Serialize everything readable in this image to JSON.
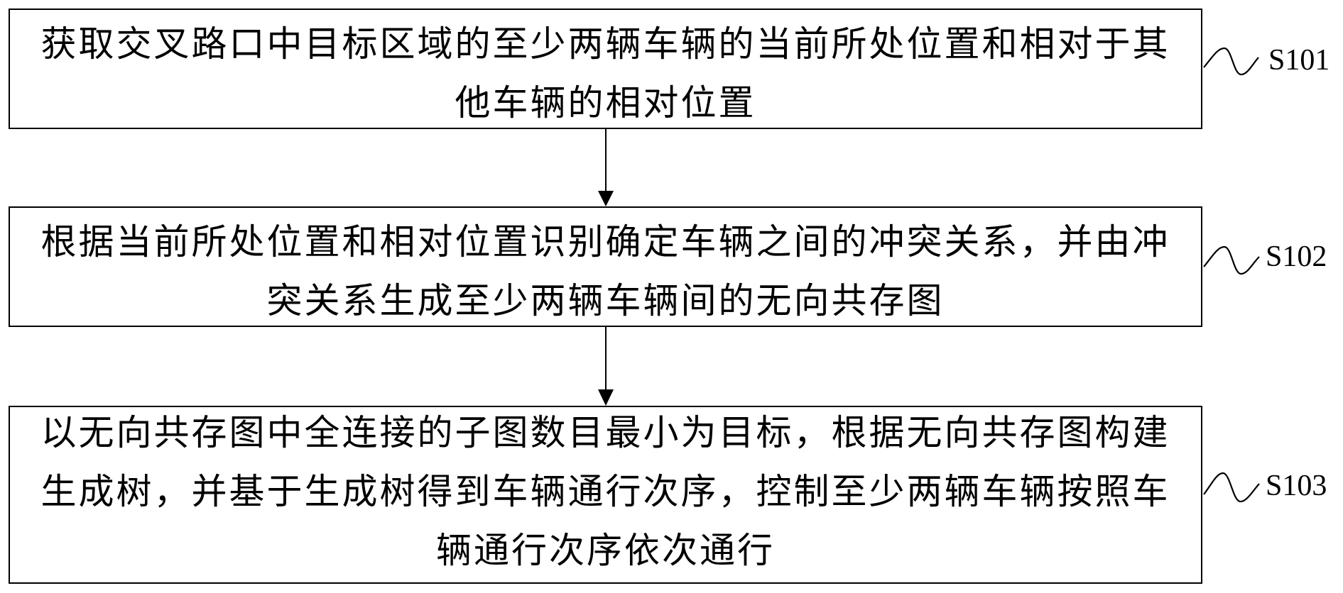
{
  "diagram": {
    "type": "flowchart",
    "steps": [
      {
        "id": "S101",
        "label": "S101",
        "lines": [
          "获取交叉路口中目标区域的至少两辆车辆的当前所处位置和相对于其",
          "他车辆的相对位置"
        ]
      },
      {
        "id": "S102",
        "label": "S102",
        "lines": [
          "根据当前所处位置和相对位置识别确定车辆之间的冲突关系，并由冲",
          "突关系生成至少两辆车辆间的无向共存图"
        ]
      },
      {
        "id": "S103",
        "label": "S103",
        "lines": [
          "以无向共存图中全连接的子图数目最小为目标，根据无向共存图构建",
          "生成树，并基于生成树得到车辆通行次序，控制至少两辆车辆按照车",
          "辆通行次序依次通行"
        ]
      }
    ],
    "edges": [
      {
        "from": "S101",
        "to": "S102"
      },
      {
        "from": "S102",
        "to": "S103"
      }
    ],
    "colors": {
      "line": "#000000",
      "background": "#ffffff",
      "text": "#000000"
    }
  }
}
